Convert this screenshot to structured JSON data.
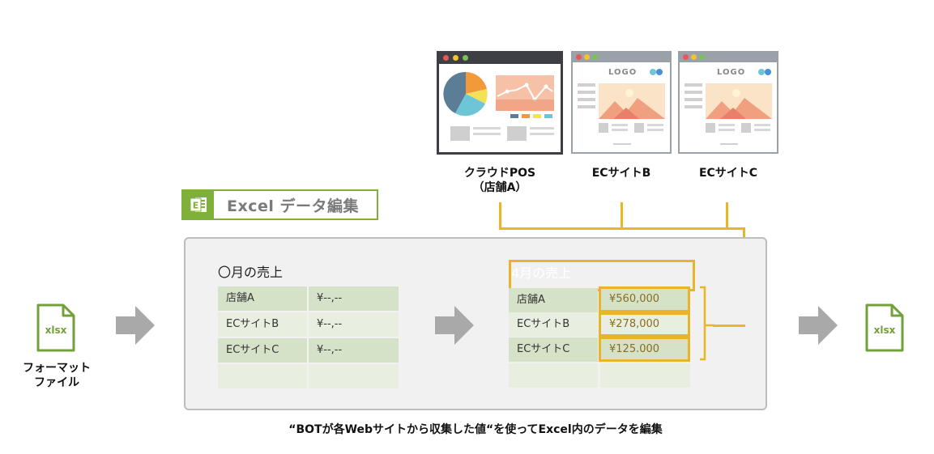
{
  "sites": {
    "pos_label_line1": "クラウドPOS",
    "pos_label_line2": "（店舗A）",
    "ec_b_label": "ECサイトB",
    "ec_c_label": "ECサイトC",
    "logo_text": "LOGO"
  },
  "excel_tag": {
    "title": "Excel データ編集"
  },
  "source_file": {
    "ext": "xlsx",
    "label_line1": "フォーマット",
    "label_line2": "ファイル"
  },
  "output_file": {
    "ext": "xlsx"
  },
  "template_table": {
    "header": "〇月の売上",
    "rows": [
      {
        "store": "店舗A",
        "value": "¥--,--"
      },
      {
        "store": "ECサイトB",
        "value": "¥--,--"
      },
      {
        "store": "ECサイトC",
        "value": "¥--,--"
      },
      {
        "store": "",
        "value": ""
      }
    ]
  },
  "filled_table": {
    "header": "4月の売上",
    "rows": [
      {
        "store": "店舗A",
        "value": "¥560,000"
      },
      {
        "store": "ECサイトB",
        "value": "¥278,000"
      },
      {
        "store": "ECサイトC",
        "value": "¥125.000"
      },
      {
        "store": "",
        "value": ""
      }
    ]
  },
  "caption": "“BOTが各Webサイトから収集した値“を使ってExcel内のデータを編集",
  "colors": {
    "green": "#72a03a",
    "gold": "#e8b722",
    "arrow": "#a9a9a9"
  }
}
